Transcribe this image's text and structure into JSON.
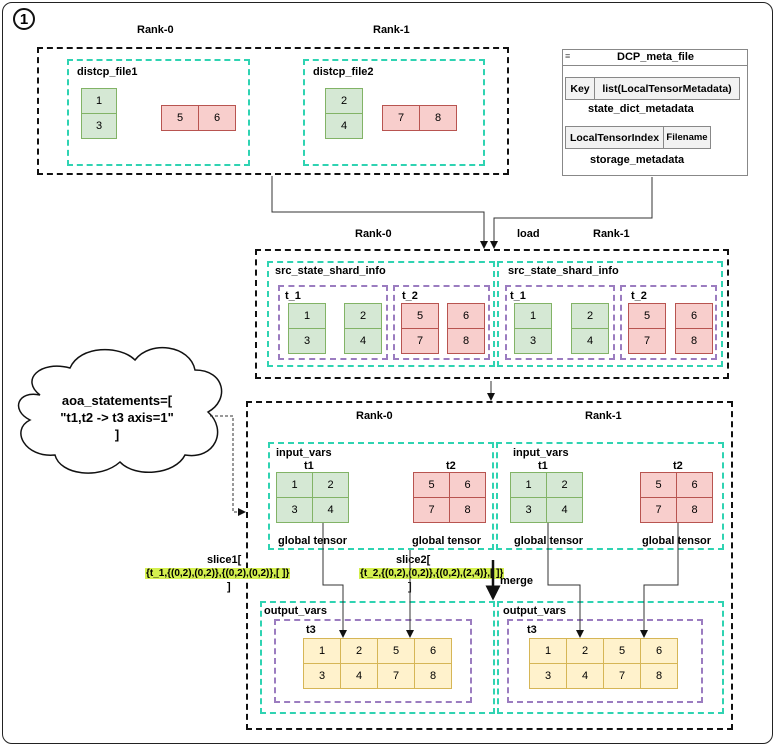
{
  "step_badge": "1",
  "top": {
    "rank0": "Rank-0",
    "rank1": "Rank-1",
    "file1": {
      "title": "distcp_file1",
      "green": [
        "1",
        "3"
      ],
      "red": [
        "5",
        "6"
      ]
    },
    "file2": {
      "title": "distcp_file2",
      "green": [
        "2",
        "4"
      ],
      "red": [
        "7",
        "8"
      ]
    }
  },
  "meta": {
    "title": "DCP_meta_file",
    "key": "Key",
    "list": "list(LocalTensorMetadata)",
    "state_dict": "state_dict_metadata",
    "local_index": "LocalTensorIndex",
    "filename": "Filename",
    "storage": "storage_metadata"
  },
  "load": {
    "label": "load",
    "rank0": "Rank-0",
    "rank1": "Rank-1",
    "src": "src_state_shard_info",
    "t1": "t_1",
    "t2": "t_2",
    "t1_vals": [
      "1",
      "3",
      "2",
      "4"
    ],
    "t2_vals": [
      "5",
      "7",
      "6",
      "8"
    ]
  },
  "cloud": {
    "line1": "aoa_statements=[",
    "line2": "\"t1,t2 -> t3 axis=1\"",
    "line3": "]"
  },
  "merge": {
    "rank0": "Rank-0",
    "rank1": "Rank-1",
    "input_vars": "input_vars",
    "t1": "t1",
    "t2": "t2",
    "t1_grid": [
      "1",
      "2",
      "3",
      "4"
    ],
    "t2_grid": [
      "5",
      "6",
      "7",
      "8"
    ],
    "global_tensor": "global tensor",
    "slice1_label": "slice1[",
    "slice1_value": "{t_1,{(0,2),(0,2)},{(0,2),(0,2)},[ ]}",
    "slice1_close": "]",
    "slice2_label": "slice2[",
    "slice2_value": "{t_2,{(0,2),(0,2)},{(0,2),(2,4)},[ ]}",
    "slice2_close": "]",
    "merge_label": "merge",
    "output_vars": "output_vars",
    "t3": "t3",
    "t3_grid": [
      "1",
      "2",
      "5",
      "6",
      "3",
      "4",
      "7",
      "8"
    ]
  }
}
